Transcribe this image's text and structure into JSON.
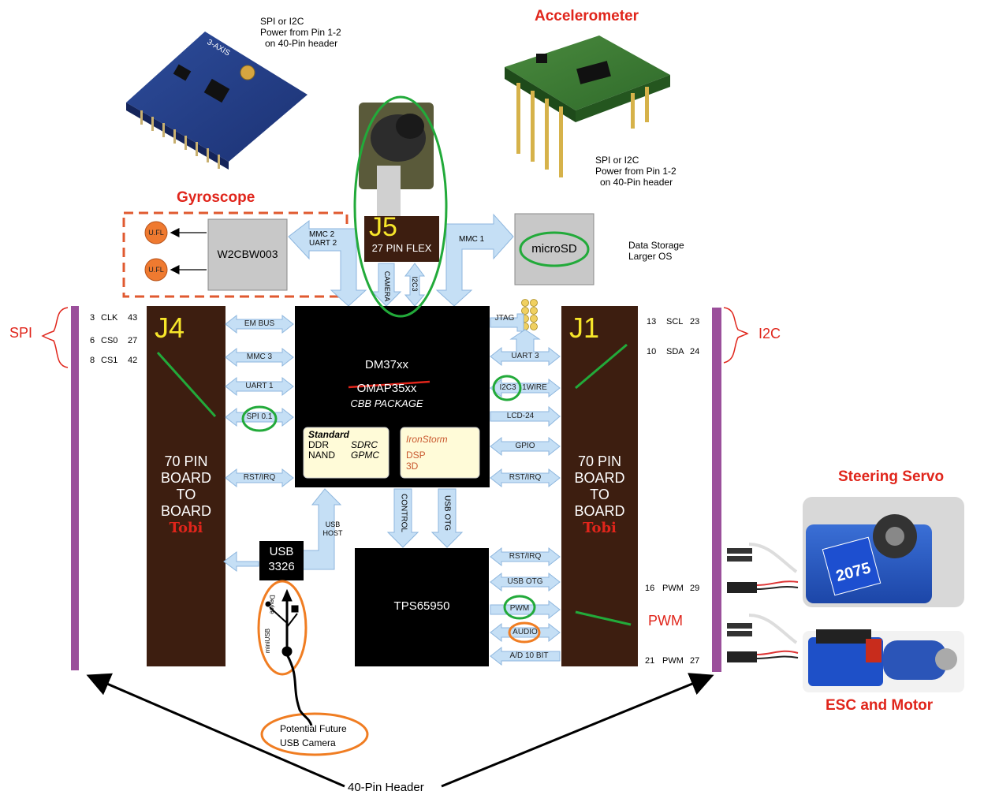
{
  "titles": {
    "accelerometer": "Accelerometer",
    "gyroscope": "Gyroscope",
    "steering_servo": "Steering Servo",
    "esc_motor": "ESC and Motor",
    "spi": "SPI",
    "i2c": "I2C",
    "pwm": "PWM",
    "header": "40-Pin Header"
  },
  "notes": {
    "gyro_note": [
      "SPI or I2C",
      "Power from Pin 1-2",
      "on 40-Pin header"
    ],
    "accel_note": [
      "SPI or I2C",
      "Power from Pin 1-2",
      "on 40-Pin header"
    ],
    "storage_note": [
      "Data Storage",
      "Larger OS"
    ],
    "usb_camera_note": [
      "Potential Future",
      "USB Camera"
    ]
  },
  "blocks": {
    "w2cbw": "W2CBW003",
    "ufl_1": "U.FL",
    "ufl_2": "U.FL",
    "j5_name": "J5",
    "j5_sub": "27 PIN FLEX",
    "microsd": "microSD",
    "j4_name": "J4",
    "j1_name": "J1",
    "board_lines": [
      "70 PIN",
      "BOARD",
      "TO",
      "BOARD"
    ],
    "tobi": "Tobi",
    "cpu_name": "DM37xx",
    "cpu_old": "OMAP35xx",
    "cpu_pkg": "CBB PACKAGE",
    "std_title": "Standard",
    "std_items": [
      "DDR",
      "SDRC",
      "NAND",
      "GPMC"
    ],
    "iron_title": "IronStorm",
    "iron_items": [
      "DSP",
      "3D"
    ],
    "usb_chip": [
      "USB",
      "3326"
    ],
    "pmic": "TPS65950",
    "usb_device": "Device",
    "usb_otg": "miniUSB"
  },
  "buses": {
    "mmc2": [
      "MMC 2",
      "UART 2"
    ],
    "mmc1": "MMC 1",
    "camera": "CAMERA",
    "i2c3_v": "I2C3",
    "em_bus": "EM BUS",
    "mmc3": "MMC 3",
    "uart1": "UART 1",
    "spi01": "SPI 0.1",
    "rst_irq_left": "RST/IRQ",
    "jtag": "JTAG",
    "uart3": "UART 3",
    "i2c3": "I2C3",
    "onewire": "1WIRE",
    "lcd24": "LCD-24",
    "gpio": "GPIO",
    "rst_irq_right": "RST/IRQ",
    "control": "CONTROL",
    "usb_otg_v": "USB OTG",
    "usb_host": [
      "USB",
      "HOST"
    ],
    "rst_irq_pm": "RST/IRQ",
    "usb_otg_pm": "USB OTG",
    "pwm": "PWM",
    "audio": "AUDIO",
    "ad10": "A/D 10 BIT"
  },
  "pins_left": [
    {
      "pin": "3",
      "name": "CLK",
      "omap": "43"
    },
    {
      "pin": "6",
      "name": "CS0",
      "omap": "27"
    },
    {
      "pin": "8",
      "name": "CS1",
      "omap": "42"
    }
  ],
  "pins_right": [
    {
      "pin": "13",
      "name": "SCL",
      "omap": "23"
    },
    {
      "pin": "10",
      "name": "SDA",
      "omap": "24"
    }
  ],
  "pins_pwm": [
    {
      "pin": "16",
      "name": "PWM",
      "omap": "29"
    },
    {
      "pin": "21",
      "name": "PWM",
      "omap": "27"
    }
  ],
  "colors": {
    "board_brown": "#3d1e10",
    "bus_blue": "#c5dff5",
    "header_purple": "#9b4f9b",
    "highlight_green": "#22aa3a",
    "highlight_orange": "#f07d22",
    "title_red": "#e0251b"
  }
}
